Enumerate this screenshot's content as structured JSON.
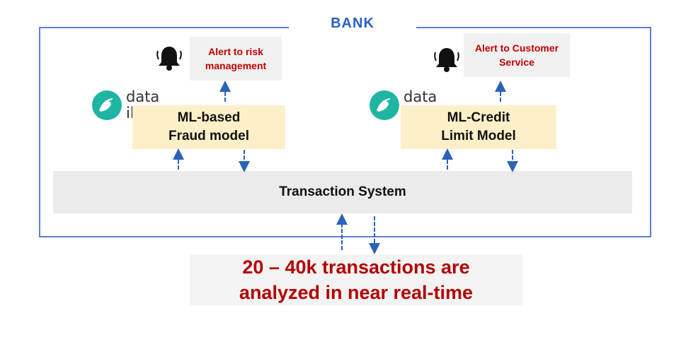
{
  "bank": {
    "label": "BANK"
  },
  "alerts": {
    "left": "Alert to risk management",
    "right": "Alert to Customer Service"
  },
  "models": {
    "left": {
      "line1": "ML-based",
      "line2": "Fraud model"
    },
    "right": {
      "line1": "ML-Credit",
      "line2": "Limit Model"
    }
  },
  "logo": {
    "line1": "data",
    "line2": "iku"
  },
  "transaction_system": {
    "label": "Transaction System"
  },
  "banner": {
    "line1": "20 – 40k transactions are",
    "line2": "analyzed in near real-time"
  },
  "colors": {
    "frame": "#5b7fd6",
    "bank_label": "#2a5fc4",
    "alert_text": "#c00000",
    "model_bg": "#fdf0c9",
    "arrow": "#2a63b8",
    "logo_teal": "#1fb5a3",
    "banner_text": "#b30000"
  },
  "icons": [
    "bell-icon",
    "dataiku-bird-icon",
    "arrow-up-icon",
    "arrow-down-icon"
  ]
}
